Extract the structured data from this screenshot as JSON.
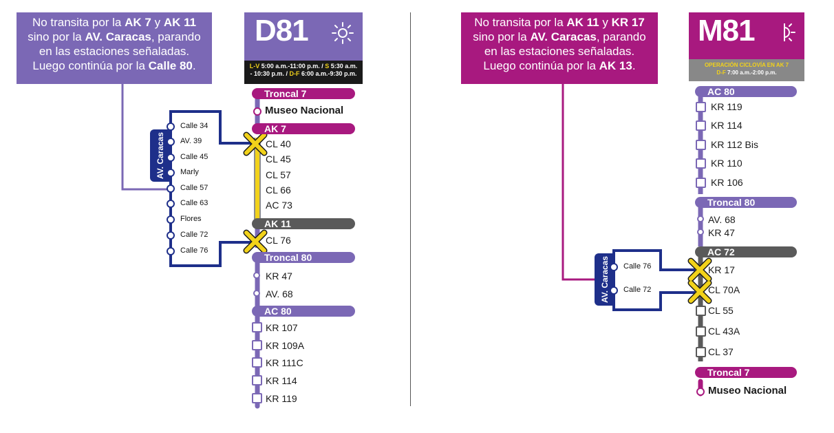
{
  "colors": {
    "d81_purple": "#7b68b5",
    "m81_magenta": "#a8197f",
    "caracas_navy": "#1e2f8a",
    "gray_bar": "#5a5a5a",
    "yellow": "#f2d21a"
  },
  "d81": {
    "note": {
      "p1": "No transita por la ",
      "p2": "AK 7",
      "p3": " y ",
      "p4": "AK 11",
      "p5": "sino por la ",
      "p6": "AV. Caracas",
      "p7": ", parando",
      "p8": "en las estaciones señaladas.",
      "p9": "Luego continúa por la ",
      "p10": "Calle 80",
      "p11": "."
    },
    "route": "D81",
    "icon": "sun-icon",
    "schedule": {
      "lv_label": "L-V",
      "lv_time": " 5:00 a.m.-11:00 p.m. /",
      "s_label": " S",
      "s_time": " 5:30 a.m.",
      "line2_a": "- 10:30 p.m. /",
      "df_label": " D-F",
      "df_time": " 6:00 a.m.-9:30 p.m."
    },
    "corridors": {
      "troncal7": "Troncal 7",
      "ak7": "AK 7",
      "ak11": "AK 11",
      "troncal80": "Troncal 80",
      "ac80": "AC 80"
    },
    "stops_top": [
      "Museo Nacional"
    ],
    "stops_ak7": [
      "CL 40",
      "CL 45",
      "CL 57",
      "CL 66",
      "AC 73"
    ],
    "stops_ak11": [
      "CL 76"
    ],
    "stops_troncal80": [
      "KR 47",
      "AV. 68"
    ],
    "stops_ac80": [
      "KR 107",
      "KR 109A",
      "KR 111C",
      "KR 114",
      "KR 119"
    ],
    "caracas_label": "AV. Caracas",
    "caracas_stops": [
      "Calle 34",
      "AV. 39",
      "Calle 45",
      "Marly",
      "Calle 57",
      "Calle 63",
      "Flores",
      "Calle 72",
      "Calle 76"
    ]
  },
  "m81": {
    "note": {
      "p1": "No transita por la ",
      "p2": "AK 11",
      "p3": " y ",
      "p4": "KR 17",
      "p5": "sino por la ",
      "p6": "AV. Caracas",
      "p7": ", parando",
      "p8": "en las estaciones señaladas.",
      "p9": "Luego continúa por la ",
      "p10": "AK 13",
      "p11": "."
    },
    "route": "M81",
    "icon": "half-sun-icon",
    "schedule": {
      "line1": "OPERACIÓN CICLOVÍA EN AK 7",
      "df_label": "D-F",
      "df_time": " 7:00 a.m.-2:00 p.m."
    },
    "corridors": {
      "ac80": "AC 80",
      "troncal80": "Troncal 80",
      "ac72": "AC 72",
      "troncal7": "Troncal 7"
    },
    "stops_ac80": [
      "KR 119",
      "KR 114",
      "KR 112 Bis",
      "KR 110",
      "KR 106"
    ],
    "stops_troncal80": [
      "AV. 68",
      "KR 47"
    ],
    "stops_ac72": [
      "KR 17",
      "CL 70A",
      "CL 55",
      "CL 43A",
      "CL 37"
    ],
    "stops_bottom": [
      "Museo Nacional"
    ],
    "caracas_label": "AV. Caracas",
    "caracas_stops": [
      "Calle 76",
      "Calle 72"
    ]
  }
}
